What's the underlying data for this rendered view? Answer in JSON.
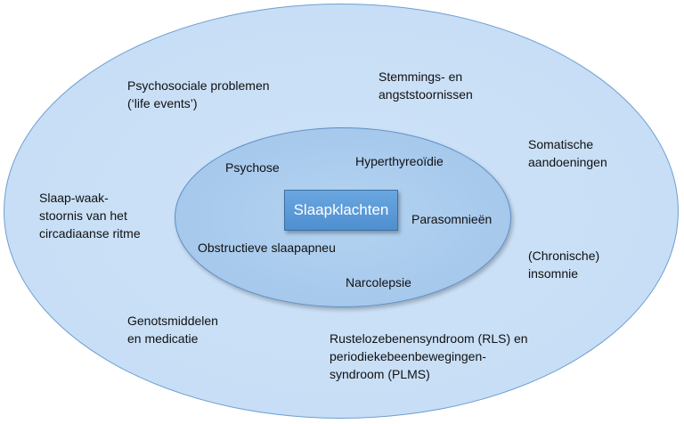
{
  "center": "Slaapklachten",
  "inner_items": [
    "Psychose",
    "Hyperthyreoïdie",
    "Parasomnieën",
    "Obstructieve slaapapneu",
    "Narcolepsie"
  ],
  "outer_items": [
    "Psychosociale problemen\n(‘life events’)",
    "Stemmings- en\nangststoornissen",
    "Somatische\naandoeningen",
    "Slaap-waak-\nstoornis van het\ncircadiaanse ritme",
    "(Chronische)\ninsomnie",
    "Genotsmiddelen\nen medicatie",
    "Rustelozebenensyndroom (RLS) en\nperiodiekebeenbewegingen-\nsyndroom (PLMS)"
  ]
}
